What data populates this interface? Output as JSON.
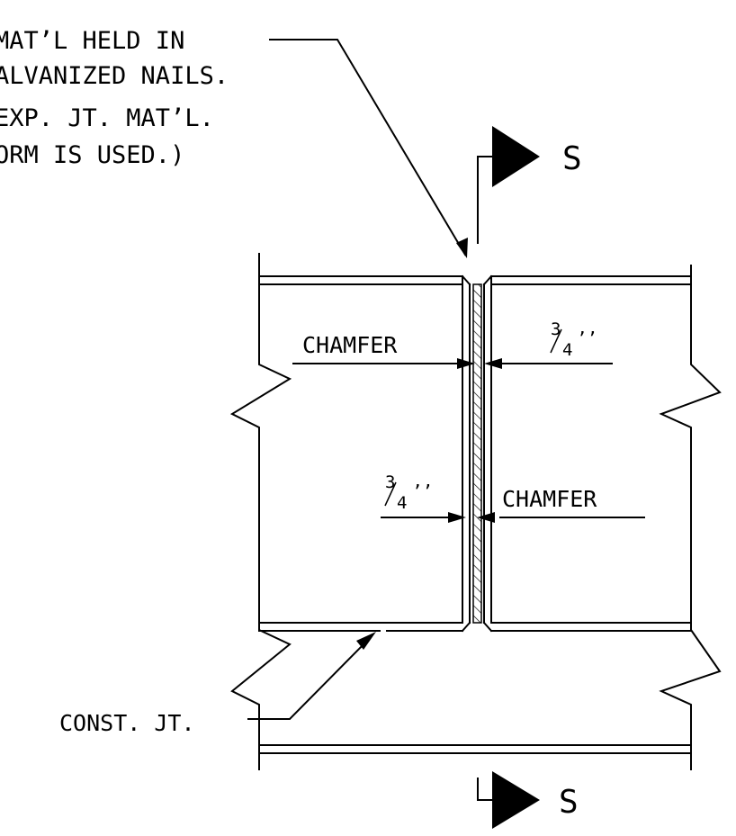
{
  "notes": {
    "line1": "MAT’L HELD IN",
    "line2": "ALVANIZED NAILS.",
    "line3": "EXP. JT. MAT’L.",
    "line4": "ORM IS USED.)"
  },
  "section_marks": {
    "top": "S",
    "bottom": "S"
  },
  "dimensions": {
    "upper_chamfer_label": "CHAMFER",
    "upper_value_num": "3",
    "upper_value_den": "4",
    "upper_value_inch": "’’",
    "lower_value_num": "3",
    "lower_value_den": "4",
    "lower_value_inch": "’’",
    "lower_chamfer_label": "CHAMFER"
  },
  "const_joint_label": "CONST. JT."
}
